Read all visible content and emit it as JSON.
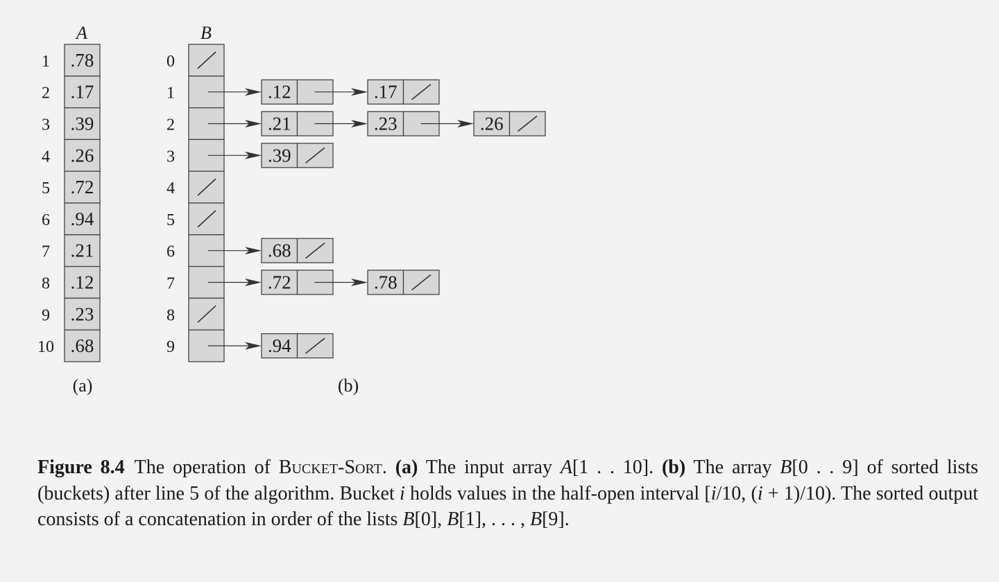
{
  "figure": {
    "array_a": {
      "label": "A",
      "indices": [
        "1",
        "2",
        "3",
        "4",
        "5",
        "6",
        "7",
        "8",
        "9",
        "10"
      ],
      "values": [
        ".78",
        ".17",
        ".39",
        ".26",
        ".72",
        ".94",
        ".21",
        ".12",
        ".23",
        ".68"
      ]
    },
    "array_b": {
      "label": "B",
      "indices": [
        "0",
        "1",
        "2",
        "3",
        "4",
        "5",
        "6",
        "7",
        "8",
        "9"
      ],
      "buckets": [
        [],
        [
          ".12",
          ".17"
        ],
        [
          ".21",
          ".23",
          ".26"
        ],
        [
          ".39"
        ],
        [],
        [],
        [
          ".68"
        ],
        [
          ".72",
          ".78"
        ],
        [],
        [
          ".94"
        ]
      ]
    },
    "subfigure_labels": {
      "a": "(a)",
      "b": "(b)"
    }
  },
  "caption": {
    "label": "Figure 8.4",
    "t1": "The operation of ",
    "algo": "Bucket-Sort",
    "t2": ". ",
    "a_label": "(a)",
    "t3": " The input array ",
    "A": "A",
    "t4": "[1 . . 10]. ",
    "b_label": "(b)",
    "t5": " The array ",
    "B": "B",
    "t6": "[0 . . 9] of sorted lists (buckets) after line 5 of the algorithm.  Bucket ",
    "i1": "i",
    "t7": " holds values in the half-open interval [",
    "i2": "i",
    "t8": "/10, (",
    "i3": "i",
    "t9": " + 1)/10).  The sorted output consists of a concatenation in order of the lists ",
    "B0": "B",
    "t10": "[0], ",
    "B1": "B",
    "t11": "[1], . . . , ",
    "B9": "B",
    "t12": "[9]."
  }
}
